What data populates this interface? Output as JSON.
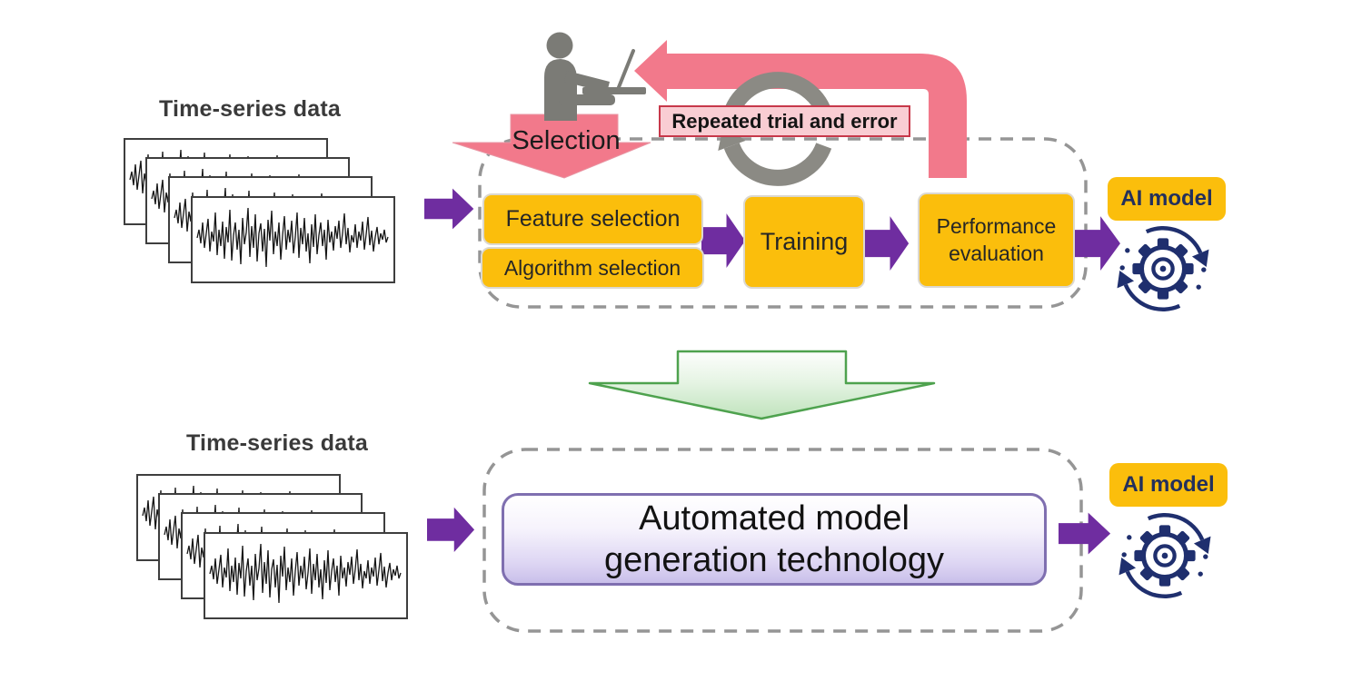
{
  "top_flow": {
    "input_label": "Time-series data",
    "selection_arrow_label": "Selection",
    "loop_label": "Repeated trial and error",
    "step_feature": "Feature selection",
    "step_algorithm": "Algorithm selection",
    "step_training": "Training",
    "step_performance_line1": "Performance",
    "step_performance_line2": "evaluation",
    "output_label": "AI model"
  },
  "bottom_flow": {
    "input_label": "Time-series data",
    "box_line1": "Automated model",
    "box_line2": "generation technology",
    "output_label": "AI model"
  },
  "icons": {
    "input": "time-series-cards-icon",
    "operator": "person-at-laptop-icon",
    "loop": "cycle-arrows-icon",
    "output": "gear-refresh-icon"
  },
  "colors": {
    "step_box": "#FBBE0C",
    "flow_arrow": "#6F2DA0",
    "loop_arrow": "#F2798B",
    "loop_label_bg": "#F9CDD3",
    "loop_label_border": "#C7384A",
    "dashed_border": "#959595",
    "transition_arrow": "#4EA24E",
    "ai_icon": "#1F2F6E",
    "auto_box_border": "#7F6FB0",
    "auto_box_fill": "#C9BFEA",
    "icon_gray": "#7B7B76"
  }
}
